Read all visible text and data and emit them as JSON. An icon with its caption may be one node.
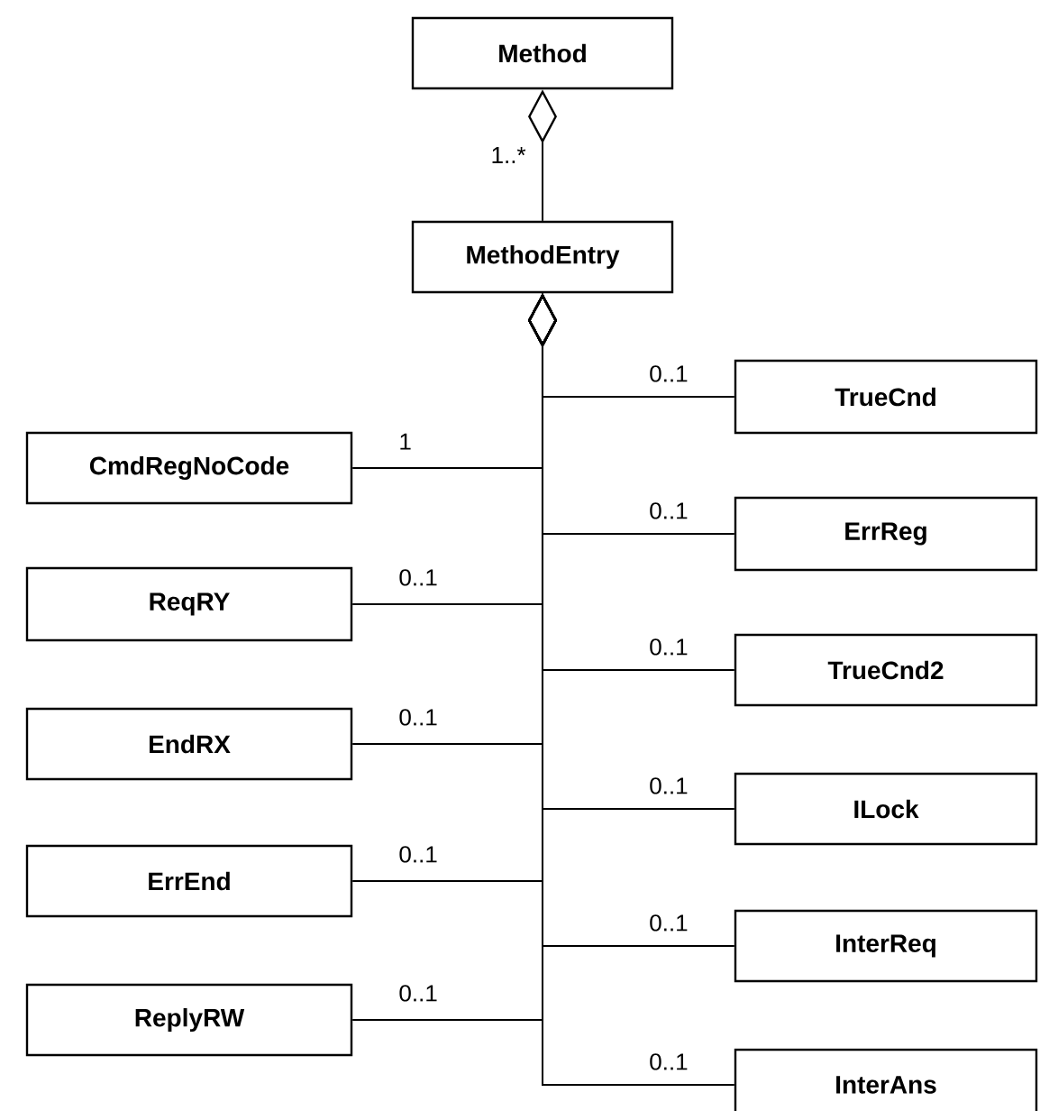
{
  "diagram": {
    "nodes": [
      {
        "text": [
          "Method"
        ]
      },
      {
        "text": [
          "MethodEntry"
        ]
      },
      {
        "text": [
          "TrueCnd"
        ]
      },
      {
        "text": [
          "CmdRegNoCode"
        ]
      },
      {
        "text": [
          "ErrReg"
        ]
      },
      {
        "text": [
          "ReqRY"
        ]
      },
      {
        "text": [
          "TrueCnd2"
        ]
      },
      {
        "text": [
          "EndRX"
        ]
      },
      {
        "text": [
          "ILock"
        ]
      },
      {
        "text": [
          "ErrEnd"
        ]
      },
      {
        "text": [
          "InterReq"
        ]
      },
      {
        "text": [
          "ReplyRW"
        ]
      },
      {
        "text": [
          "InterAns"
        ]
      }
    ],
    "edges": [
      {
        "from": 0,
        "to": 1,
        "arrow": "other",
        "label": "1..*"
      },
      {
        "from": 1,
        "to": 2,
        "arrow": "other",
        "label": "0..1"
      },
      {
        "from": 1,
        "to": 3,
        "arrow": "other",
        "label": "1"
      },
      {
        "from": 1,
        "to": 4,
        "arrow": "other",
        "label": "0..1"
      },
      {
        "from": 1,
        "to": 5,
        "arrow": "other",
        "label": "0..1"
      },
      {
        "from": 1,
        "to": 6,
        "arrow": "other",
        "label": "0..1"
      },
      {
        "from": 1,
        "to": 7,
        "arrow": "other",
        "label": "0..1"
      },
      {
        "from": 1,
        "to": 8,
        "arrow": "other",
        "label": "0..1"
      },
      {
        "from": 1,
        "to": 9,
        "arrow": "other",
        "label": "0..1"
      },
      {
        "from": 1,
        "to": 10,
        "arrow": "other",
        "label": "0..1"
      },
      {
        "from": 1,
        "to": 11,
        "arrow": "other",
        "label": "0..1"
      },
      {
        "from": 1,
        "to": 12,
        "arrow": "other",
        "label": "0..1"
      }
    ]
  }
}
